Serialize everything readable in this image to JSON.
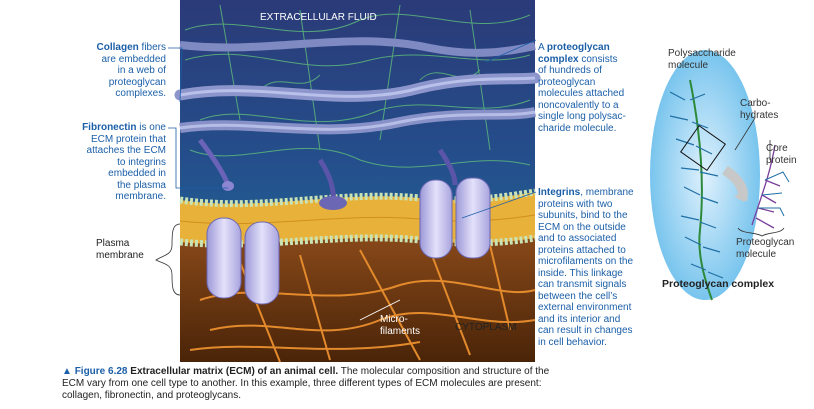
{
  "labels": {
    "extracellular_fluid": "EXTRACELLULAR FLUID",
    "cytoplasm": "CYTOPLASM",
    "microfilaments_1": "Micro-",
    "microfilaments_2": "filaments",
    "plasma_membrane_1": "Plasma",
    "plasma_membrane_2": "membrane",
    "collagen": {
      "term": "Collagen",
      "rest_lines": [
        " fibers",
        "are embedded",
        "in a web of",
        "proteoglycan",
        "complexes."
      ]
    },
    "fibronectin": {
      "term": "Fibronectin",
      "rest_lines": [
        " is one",
        "ECM protein that",
        "attaches the ECM",
        "to integrins",
        "embedded in",
        "the plasma",
        "membrane."
      ]
    },
    "proteoglycan_complex": {
      "prefix": "A ",
      "term_lines": [
        "proteoglycan",
        "complex"
      ],
      "rest_lines": [
        " consists",
        "of hundreds of",
        "proteoglycan",
        "molecules attached",
        "noncovalently to a",
        "single long polysac-",
        "charide molecule."
      ]
    },
    "integrins": {
      "term": "Integrins",
      "rest_lines": [
        ", membrane",
        "proteins with two",
        "subunits, bind to the",
        "ECM on the outside",
        "and to associated",
        "proteins attached to",
        "microfilaments on the",
        "inside. This linkage",
        "can transmit signals",
        "between the cell’s",
        "external environment",
        "and its interior and",
        "can result in changes",
        "in cell behavior."
      ]
    },
    "polysaccharide_1": "Polysaccharide",
    "polysaccharide_2": "molecule",
    "carbohydrates_1": "Carbo-",
    "carbohydrates_2": "hydrates",
    "core_protein_1": "Core",
    "core_protein_2": "protein",
    "proteoglycan_molecule_1": "Proteoglycan",
    "proteoglycan_molecule_2": "molecule",
    "proteoglycan_complex_title": "Proteoglycan complex"
  },
  "caption": {
    "marker": "▲",
    "figure": "Figure 6.28",
    "title": "Extracellular matrix (ECM) of an animal cell.",
    "text": " The molecular composition and structure of the ECM vary from one cell type to another. In this example, three different types of ECM molecules are present: collagen, fibronectin, and proteoglycans."
  },
  "colors": {
    "accent": "#1b5fa8",
    "fluid_top": "#2a3f7a",
    "fluid_bottom": "#1d6f93",
    "membrane": "#e8b13a",
    "cytoplasm": "#6a3512",
    "integrin": "#c9c6ee",
    "collagen": "#8f9ad0"
  }
}
